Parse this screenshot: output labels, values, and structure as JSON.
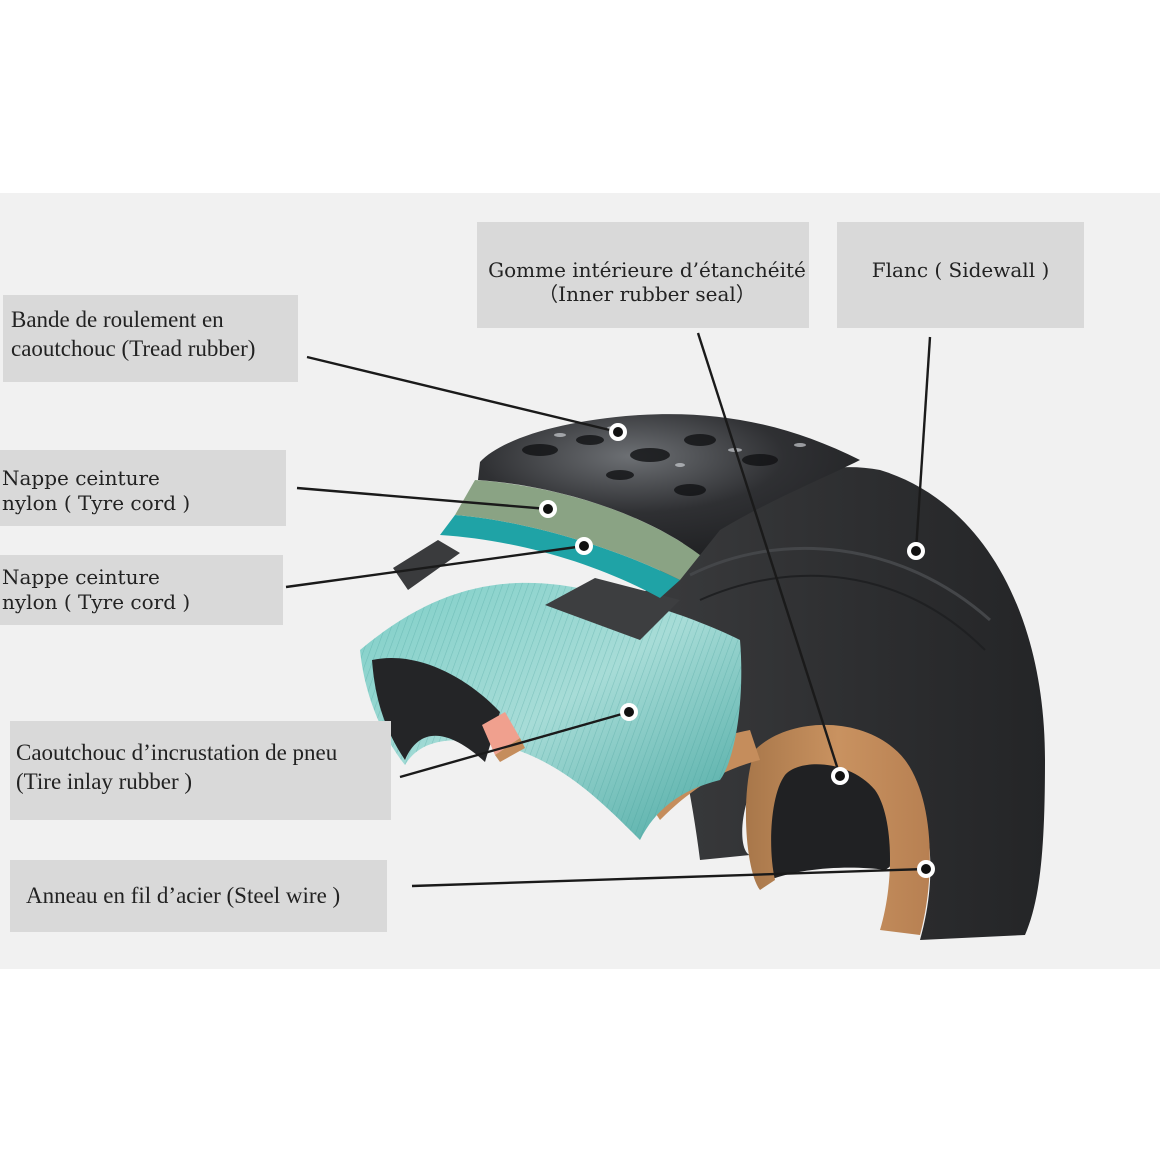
{
  "diagram": {
    "title_hidden": null,
    "labels": {
      "tread": {
        "line1": "Bande de roulement en",
        "line2": "caoutchouc (Tread rubber)"
      },
      "nylon_cord_1": {
        "line1": "Nappe ceinture",
        "line2": "nylon ( Tyre cord )"
      },
      "nylon_cord_2": {
        "line1": "Nappe ceinture",
        "line2": "nylon ( Tyre cord )"
      },
      "inlay": {
        "line1": "Caoutchouc d’incrustation de pneu",
        "line2": "(Tire inlay rubber )"
      },
      "steel_wire": {
        "line1": "Anneau en fil d’acier (Steel wire )"
      },
      "inner_seal": {
        "line1": "Gomme intérieure d’étanchéité",
        "line2": "（Inner rubber seal）"
      },
      "sidewall": {
        "line1": "Flanc ( Sidewall )"
      }
    },
    "colors": {
      "panel": "#f1f1f1",
      "label_bg": "#d9d9d9",
      "tread": "#2a2b2d",
      "sidewall": "#2e2f31",
      "belt_green": "#8aa384",
      "belt_cyan": "#1fa3a6",
      "cord_teal": "#5bb8b2",
      "steel_bead": "#c58d5c",
      "inlay_pink": "#f0a08e",
      "marker_ring": "#ffffff",
      "marker_dot": "#111111",
      "leader": "#1a1a1a"
    }
  }
}
